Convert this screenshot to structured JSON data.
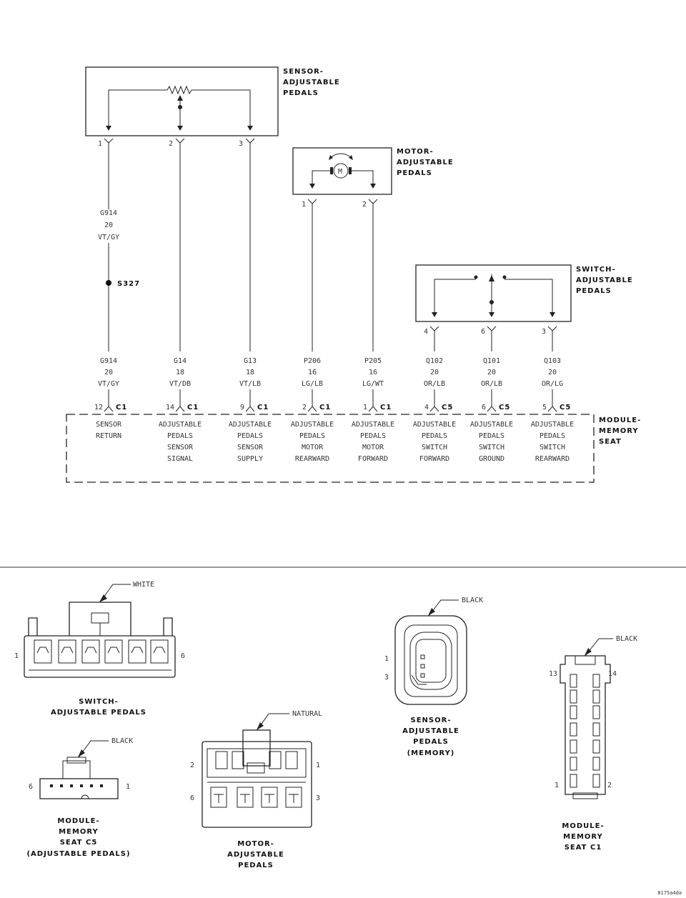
{
  "components": {
    "sensor": {
      "title": [
        "SENSOR-",
        "ADJUSTABLE",
        "PEDALS"
      ],
      "pins": [
        "1",
        "2",
        "3"
      ]
    },
    "motor": {
      "title": [
        "MOTOR-",
        "ADJUSTABLE",
        "PEDALS"
      ],
      "pins": [
        "1",
        "2"
      ],
      "symbol": "M"
    },
    "switch": {
      "title": [
        "SWITCH-",
        "ADJUSTABLE",
        "PEDALS"
      ],
      "pins": [
        "4",
        "6",
        "3"
      ]
    },
    "module": {
      "title": [
        "MODULE-",
        "MEMORY",
        "SEAT"
      ]
    }
  },
  "splice": {
    "upper_wire": [
      "G914",
      "20",
      "VT/GY"
    ],
    "label": "S327"
  },
  "circuits": [
    {
      "wire": [
        "G914",
        "20",
        "VT/GY"
      ],
      "pin": "12",
      "conn": "C1",
      "func": [
        "SENSOR",
        "RETURN"
      ]
    },
    {
      "wire": [
        "G14",
        "18",
        "VT/DB"
      ],
      "pin": "14",
      "conn": "C1",
      "func": [
        "ADJUSTABLE",
        "PEDALS",
        "SENSOR",
        "SIGNAL"
      ]
    },
    {
      "wire": [
        "G13",
        "18",
        "VT/LB"
      ],
      "pin": "9",
      "conn": "C1",
      "func": [
        "ADJUSTABLE",
        "PEDALS",
        "SENSOR",
        "SUPPLY"
      ]
    },
    {
      "wire": [
        "P206",
        "16",
        "LG/LB"
      ],
      "pin": "2",
      "conn": "C1",
      "func": [
        "ADJUSTABLE",
        "PEDALS",
        "MOTOR",
        "REARWARD"
      ]
    },
    {
      "wire": [
        "P205",
        "16",
        "LG/WT"
      ],
      "pin": "1",
      "conn": "C1",
      "func": [
        "ADJUSTABLE",
        "PEDALS",
        "MOTOR",
        "FORWARD"
      ]
    },
    {
      "wire": [
        "Q102",
        "20",
        "OR/LB"
      ],
      "pin": "4",
      "conn": "C5",
      "func": [
        "ADJUSTABLE",
        "PEDALS",
        "SWITCH",
        "FORWARD"
      ]
    },
    {
      "wire": [
        "Q101",
        "20",
        "OR/LB"
      ],
      "pin": "6",
      "conn": "C5",
      "func": [
        "ADJUSTABLE",
        "PEDALS",
        "SWITCH",
        "GROUND"
      ]
    },
    {
      "wire": [
        "Q103",
        "20",
        "OR/LG"
      ],
      "pin": "5",
      "conn": "C5",
      "func": [
        "ADJUSTABLE",
        "PEDALS",
        "SWITCH",
        "REARWARD"
      ]
    }
  ],
  "connectors": {
    "switch": {
      "color": "WHITE",
      "pin_left": "1",
      "pin_right": "6",
      "caption": [
        "SWITCH-",
        "ADJUSTABLE PEDALS"
      ]
    },
    "c5": {
      "color": "BLACK",
      "pin_left": "6",
      "pin_right": "1",
      "caption": [
        "MODULE-",
        "MEMORY",
        "SEAT C5",
        "(ADJUSTABLE PEDALS)"
      ]
    },
    "motor": {
      "color": "NATURAL",
      "pins": [
        "2",
        "1",
        "6",
        "3"
      ],
      "caption": [
        "MOTOR-",
        "ADJUSTABLE",
        "PEDALS"
      ]
    },
    "sensor": {
      "color": "BLACK",
      "pins": [
        "1",
        "3"
      ],
      "caption": [
        "SENSOR-",
        "ADJUSTABLE",
        "PEDALS",
        "(MEMORY)"
      ]
    },
    "c1": {
      "color": "BLACK",
      "pins": [
        "13",
        "14",
        "1",
        "2"
      ],
      "caption": [
        "MODULE-",
        "MEMORY",
        "SEAT C1"
      ]
    }
  },
  "figure_id": "8175a4da"
}
